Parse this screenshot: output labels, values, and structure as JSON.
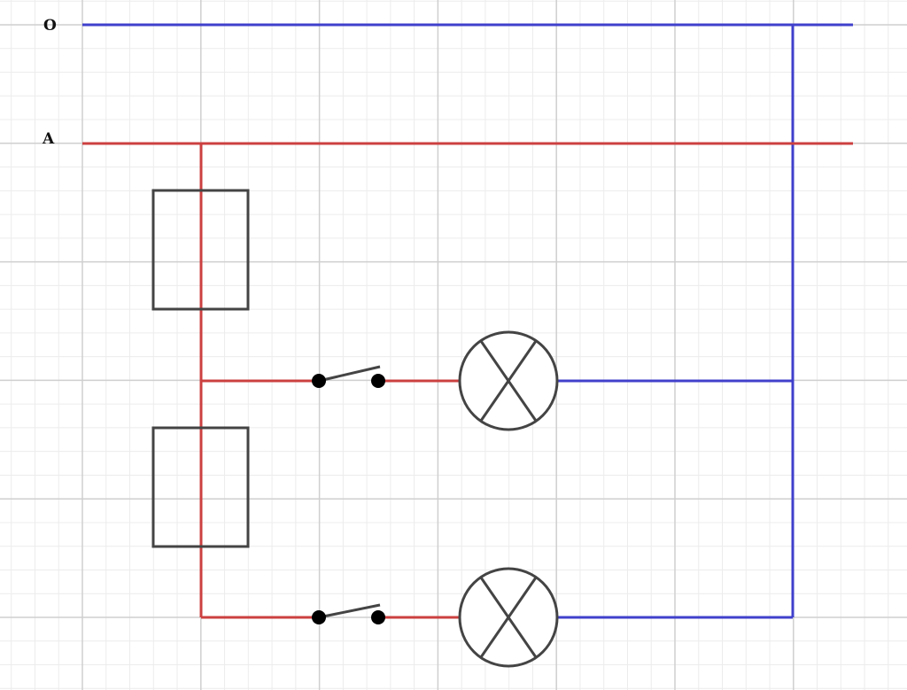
{
  "labels": {
    "neutral": "O",
    "phase": "A"
  },
  "colors": {
    "neutral_wire": "#4040cc",
    "phase_wire": "#cc4040",
    "component": "#444444",
    "grid_major": "#cfcfcf",
    "grid_minor": "#ececec",
    "background": "#ffffff"
  },
  "components": [
    {
      "id": "fuse-1",
      "kind": "fuse"
    },
    {
      "id": "fuse-2",
      "kind": "fuse"
    },
    {
      "id": "switch-1",
      "kind": "switch"
    },
    {
      "id": "switch-2",
      "kind": "switch"
    },
    {
      "id": "lamp-1",
      "kind": "lamp"
    },
    {
      "id": "lamp-2",
      "kind": "lamp"
    }
  ]
}
